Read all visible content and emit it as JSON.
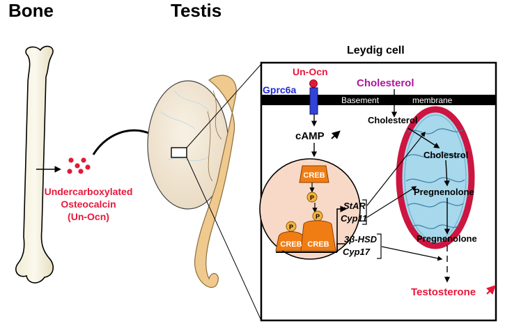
{
  "titles": {
    "bone": "Bone",
    "testis": "Testis",
    "leydig": "Leydig cell"
  },
  "osteocalcin": {
    "line1": "Undercarboxylated",
    "line2": "Osteocalcin",
    "line3": "(Un-Ocn)"
  },
  "receptor": {
    "ligand": "Un-Ocn",
    "name": "Gprc6a"
  },
  "membrane": {
    "word1": "Basement",
    "word2": "membrane"
  },
  "pathway": {
    "camp": "cAMP",
    "creb": "CREB",
    "p": "P",
    "genes1_a": "StAR",
    "genes1_b": "Cyp11",
    "genes2_a": "3β-HSD",
    "genes2_b": "Cyp17"
  },
  "steroids": {
    "cholesterol_top": "Cholesterol",
    "cholesterol_cyto": "Cholesterol",
    "cholestrol_mito": "Cholestrol",
    "pregnenolone_mito": "Pregnenolone",
    "pregnenolone_cyto": "Pregnenolone",
    "testosterone": "Testosterone"
  },
  "colors": {
    "red": "#e8173b",
    "purple": "#b0169b",
    "blue": "#1f2ad6",
    "orange": "#f07d14",
    "mito_border": "#cc1540",
    "mito_fill": "#7fc6e4",
    "nucleus": "#f8d9c8"
  }
}
